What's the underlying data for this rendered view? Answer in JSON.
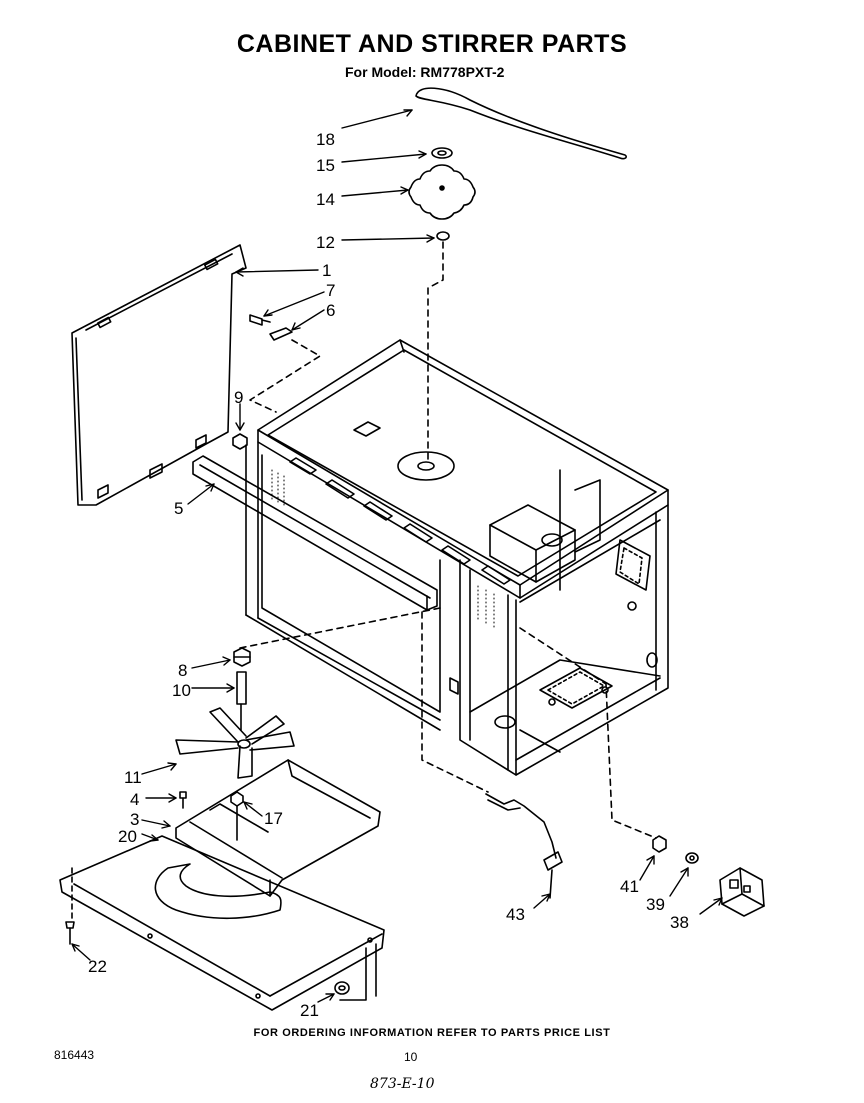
{
  "header": {
    "title": "CABINET AND STIRRER PARTS",
    "subtitle": "For Model: RM778PXT-2"
  },
  "callouts": {
    "c18": "18",
    "c15": "15",
    "c14": "14",
    "c12": "12",
    "c1": "1",
    "c7": "7",
    "c6": "6",
    "c9": "9",
    "c5": "5",
    "c8": "8",
    "c10": "10",
    "c11": "11",
    "c4": "4",
    "c3": "3",
    "c20": "20",
    "c17": "17",
    "c22": "22",
    "c21": "21",
    "c43": "43",
    "c41": "41",
    "c39": "39",
    "c38": "38"
  },
  "footer": {
    "note": "FOR ORDERING INFORMATION REFER TO PARTS PRICE LIST",
    "doc_number": "816443",
    "page_number": "10",
    "handwritten": "873-E-10"
  }
}
